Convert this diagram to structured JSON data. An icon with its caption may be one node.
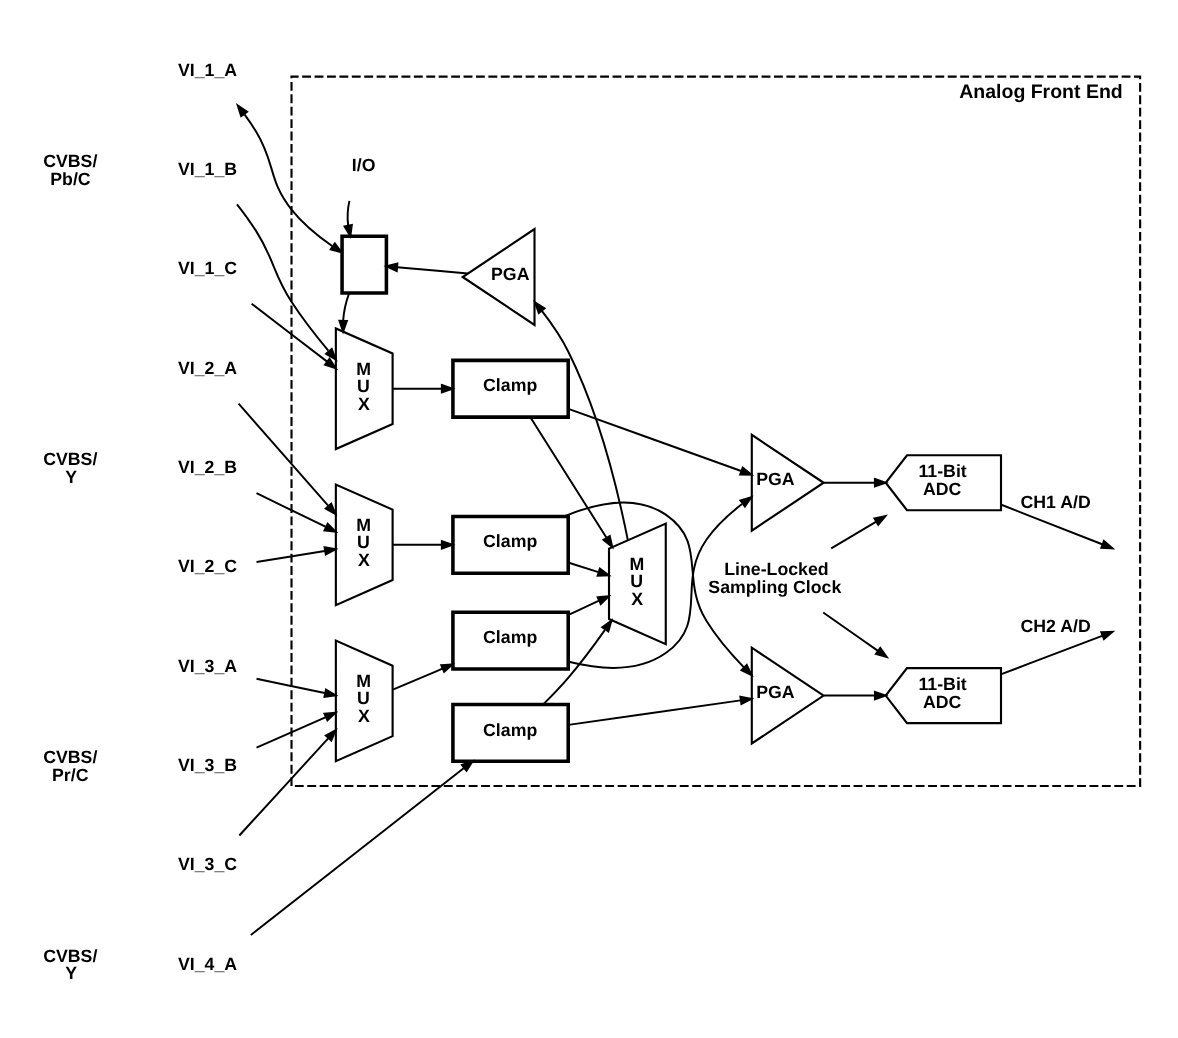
{
  "diagram": {
    "nodes": [
      {
        "text": [
          "Analog Front End"
        ]
      },
      {
        "text": [
          "I/O"
        ],
        "in": 0
      },
      {
        "text": [
          "VI_1_A"
        ]
      },
      {
        "text": [],
        "shape": "box",
        "in": 0
      },
      {
        "text": [
          "PGA"
        ],
        "in": 0
      },
      {
        "text": [
          "M U X"
        ],
        "in": 0
      },
      {
        "text": [
          "VI_1_B"
        ]
      },
      {
        "text": [
          "VI_1_C"
        ]
      },
      {
        "text": [
          "M U X"
        ],
        "in": 0
      },
      {
        "text": [
          "Clamp"
        ],
        "in": 0
      },
      {
        "text": [
          "PGA"
        ],
        "in": 0
      },
      {
        "text": [
          "11-Bit ADC"
        ],
        "in": 0
      },
      {
        "text": [
          "VI_2_A"
        ]
      },
      {
        "text": [
          "VI_2_B"
        ]
      },
      {
        "text": [
          "VI_2_C"
        ]
      },
      {
        "text": [
          "M U X"
        ],
        "in": 0
      },
      {
        "text": [
          "Clamp"
        ],
        "in": 0
      },
      {
        "text": [
          "PGA"
        ],
        "in": 0
      },
      {
        "text": [
          "11-Bit ADC"
        ],
        "in": 0
      },
      {
        "text": [
          "Line-Locked Sampling Clock"
        ],
        "in": 0
      },
      {
        "text": [
          "VI_3_A"
        ]
      },
      {
        "text": [
          "VI_3_B"
        ]
      },
      {
        "text": [
          "VI_3_C"
        ]
      },
      {
        "text": [
          "M U X"
        ],
        "in": 0
      },
      {
        "text": [
          "Clamp"
        ],
        "in": 0
      },
      {
        "text": [
          "VI_4_A"
        ]
      },
      {
        "text": [
          "Clamp"
        ],
        "in": 0
      }
    ],
    "edges": [
      {
        "from": 1,
        "to": 3,
        "arrow": "to"
      },
      {
        "from": 2,
        "to": 3,
        "arrow": "both"
      },
      {
        "from": 4,
        "to": 3,
        "arrow": "to"
      },
      {
        "from": 5,
        "to": 4,
        "arrow": "to"
      },
      {
        "from": 3,
        "to": 8,
        "arrow": "to"
      },
      {
        "from": 6,
        "to": 8,
        "arrow": "to"
      },
      {
        "from": 7,
        "to": 8,
        "arrow": "to"
      },
      {
        "from": 8,
        "to": 9,
        "arrow": "to"
      },
      {
        "from": 9,
        "to": 10,
        "arrow": "to"
      },
      {
        "from": 9,
        "to": 5,
        "arrow": "to"
      },
      {
        "from": 10,
        "to": 11,
        "arrow": "to"
      },
      {
        "from": 11,
        "to": null,
        "arrow": "to",
        "label": "CH1 A/D"
      },
      {
        "from": 12,
        "to": 15,
        "arrow": "to"
      },
      {
        "from": 13,
        "to": 15,
        "arrow": "to"
      },
      {
        "from": 14,
        "to": 15,
        "arrow": "to"
      },
      {
        "from": 15,
        "to": 16,
        "arrow": "to"
      },
      {
        "from": 16,
        "to": 17,
        "arrow": "to"
      },
      {
        "from": 16,
        "to": 5,
        "arrow": "to"
      },
      {
        "from": 17,
        "to": 18,
        "arrow": "to"
      },
      {
        "from": 18,
        "to": null,
        "arrow": "to",
        "label": "CH2 A/D"
      },
      {
        "from": 19,
        "to": 18,
        "arrow": "to"
      },
      {
        "from": 19,
        "to": 11,
        "arrow": "to"
      },
      {
        "from": 20,
        "to": 23,
        "arrow": "to"
      },
      {
        "from": 21,
        "to": 23,
        "arrow": "to"
      },
      {
        "from": 22,
        "to": 23,
        "arrow": "to"
      },
      {
        "from": 23,
        "to": 24,
        "arrow": "to"
      },
      {
        "from": 24,
        "to": 10,
        "arrow": "to"
      },
      {
        "from": 24,
        "to": 5,
        "arrow": "to"
      },
      {
        "from": 25,
        "to": 26,
        "arrow": "to"
      },
      {
        "from": 26,
        "to": 17,
        "arrow": "to"
      },
      {
        "from": 26,
        "to": 5,
        "arrow": "to"
      }
    ],
    "labels": [
      "CVBS/ Pb/C",
      "CVBS/ Y",
      "CVBS/ Pr/C",
      "CVBS/ Y"
    ]
  }
}
